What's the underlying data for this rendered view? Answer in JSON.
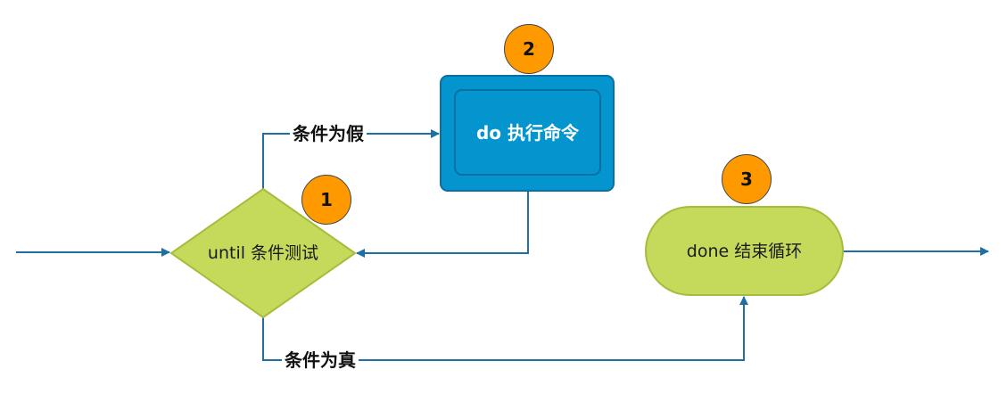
{
  "colors": {
    "edge": "#1f6fa5",
    "decision_fill": "#c5d95a",
    "decision_stroke": "#a6bc3c",
    "process_fill": "#0495cf",
    "process_inner_stroke": "#0b6fa3",
    "terminal_fill": "#c5d95a",
    "badge_fill": "#ff9900"
  },
  "nodes": {
    "decision": {
      "label": "until 条件测试",
      "badge": "1",
      "shape": "diamond"
    },
    "process": {
      "label": "do 执行命令",
      "badge": "2",
      "shape": "rounded-rect"
    },
    "terminal": {
      "label": "done 结束循环",
      "badge": "3",
      "shape": "stadium"
    }
  },
  "edges": {
    "false_label": "条件为假",
    "true_label": "条件为真"
  }
}
